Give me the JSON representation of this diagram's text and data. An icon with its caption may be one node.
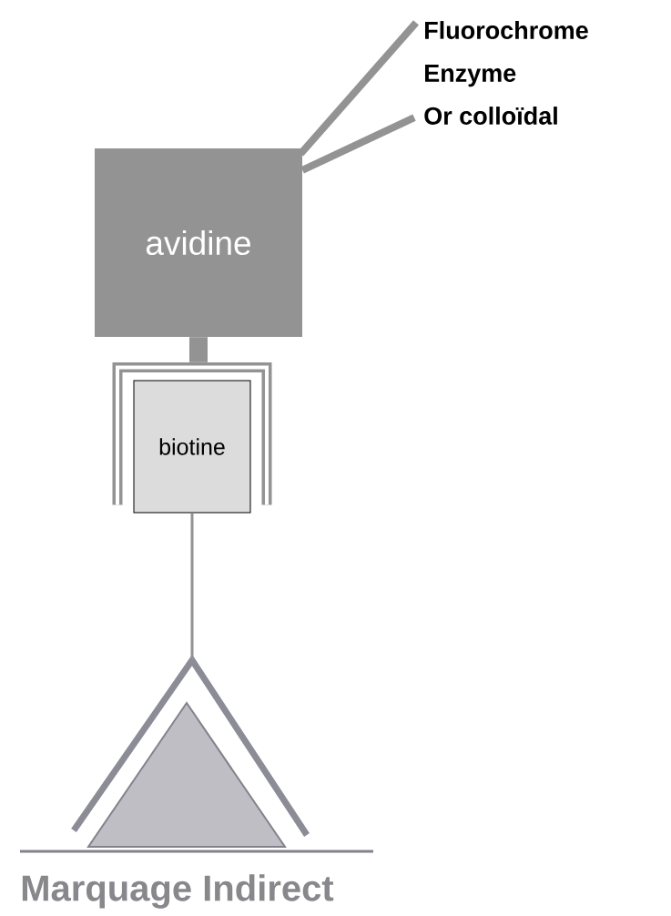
{
  "diagram": {
    "caption": "Marquage Indirect",
    "nodes": [
      {
        "text": [
          "Fluorochrome",
          "Enzyme",
          "Or colloïdal"
        ]
      },
      {
        "text": [
          "avidine"
        ]
      },
      {
        "text": [],
        "shape": "bracket"
      },
      {
        "text": [
          "biotine"
        ],
        "in": 2
      },
      {
        "text": [],
        "shape": "chevron"
      },
      {
        "text": [],
        "shape": "triangle"
      }
    ],
    "edges": [
      {
        "from": 1,
        "to": 0,
        "arrow": "none"
      },
      {
        "from": 1,
        "to": 0,
        "arrow": "none"
      },
      {
        "from": 1,
        "to": 2,
        "arrow": "none",
        "style": "thick"
      },
      {
        "from": 3,
        "to": 4,
        "arrow": "none"
      }
    ]
  }
}
